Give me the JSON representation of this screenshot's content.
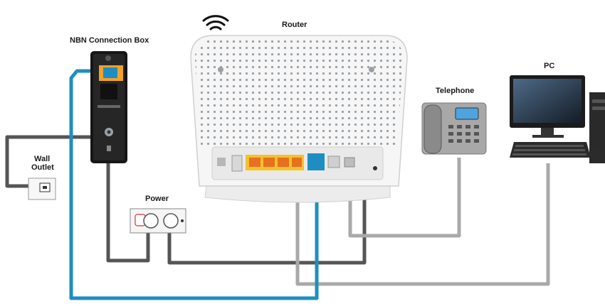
{
  "labels": {
    "nbn": "NBN Connection Box",
    "router": "Router",
    "telephone": "Telephone",
    "pc": "PC",
    "wall_outlet_line1": "Wall",
    "wall_outlet_line2": "Outlet",
    "power": "Power"
  },
  "colors": {
    "cable_blue": "#1e8ec2",
    "cable_dark": "#555555",
    "cable_grey": "#a9a9a9",
    "lan_ports": "#f4c22b",
    "port_orange": "#e8701f"
  },
  "icons": [
    "wifi-icon",
    "nbn-box-icon",
    "router-icon",
    "telephone-icon",
    "pc-icon",
    "wall-outlet-icon",
    "power-board-icon"
  ]
}
